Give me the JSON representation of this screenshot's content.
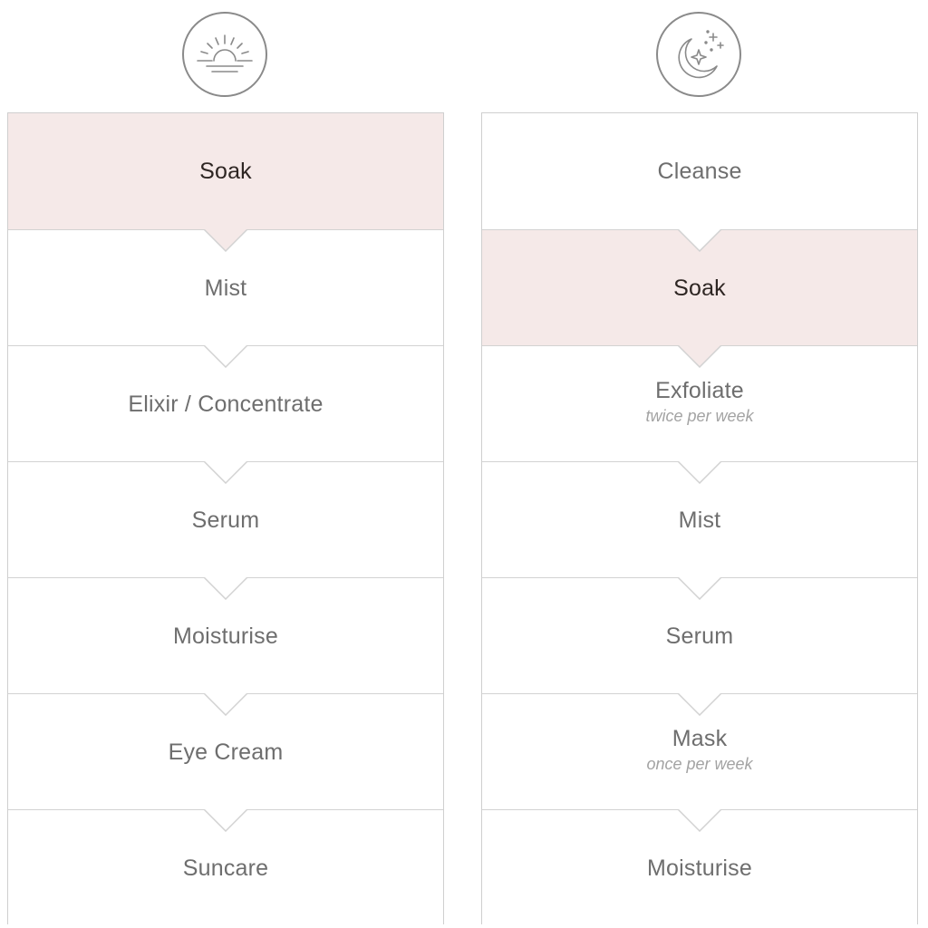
{
  "colors": {
    "highlight": "#f5e9e8",
    "border": "#d2d2d2",
    "text": "#6e6e6e",
    "highlight_text": "#2e2623",
    "note_text": "#a3a3a3",
    "icon_stroke": "#8a8a8a"
  },
  "morning": {
    "icon": "sunrise-icon",
    "steps": [
      {
        "label": "Soak",
        "note": "",
        "highlight": true
      },
      {
        "label": "Mist",
        "note": "",
        "highlight": false
      },
      {
        "label": "Elixir / Concentrate",
        "note": "",
        "highlight": false
      },
      {
        "label": "Serum",
        "note": "",
        "highlight": false
      },
      {
        "label": "Moisturise",
        "note": "",
        "highlight": false
      },
      {
        "label": "Eye Cream",
        "note": "",
        "highlight": false
      },
      {
        "label": "Suncare",
        "note": "",
        "highlight": false
      }
    ]
  },
  "evening": {
    "icon": "moon-stars-icon",
    "steps": [
      {
        "label": "Cleanse",
        "note": "",
        "highlight": false
      },
      {
        "label": "Soak",
        "note": "",
        "highlight": true
      },
      {
        "label": "Exfoliate",
        "note": "twice per week",
        "highlight": false
      },
      {
        "label": "Mist",
        "note": "",
        "highlight": false
      },
      {
        "label": "Serum",
        "note": "",
        "highlight": false
      },
      {
        "label": "Mask",
        "note": "once per week",
        "highlight": false
      },
      {
        "label": "Moisturise",
        "note": "",
        "highlight": false
      }
    ]
  }
}
